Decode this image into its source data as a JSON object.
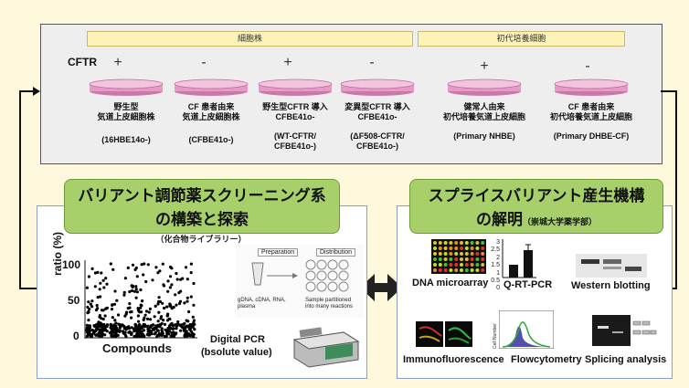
{
  "top": {
    "band_cell_lines": "細胞株",
    "band_primary": "初代培養細胞",
    "cftr_label": "CFTR",
    "symbols": [
      "+",
      "-",
      "+",
      "-",
      "+",
      "-"
    ],
    "cells": [
      {
        "name": "野生型\n気道上皮細胞株",
        "code": "(16HBE14o-)"
      },
      {
        "name": "CF 患者由来\n気道上皮細胞株",
        "code": "(CFBE41o-)"
      },
      {
        "name": "野生型CFTR 導入\nCFBE41o-",
        "code": "(WT-CFTR/\nCFBE41o-)"
      },
      {
        "name": "変異型CFTR 導入\nCFBE41o-",
        "code": "(ΔF508-CFTR/\nCFBE41o-)"
      },
      {
        "name": "健常人由来\n初代培養気道上皮細胞",
        "code": "(Primary NHBE)"
      },
      {
        "name": "CF 患者由来\n初代培養気道上皮細胞",
        "code": "(Primary DHBE-CF)"
      }
    ]
  },
  "left_panel": {
    "title_line1": "バリアント調節薬スクリーニング系",
    "title_line2": "の構築と探索",
    "subtitle": "（化合物ライブラリー）",
    "scatter": {
      "y_axis_label": "ratio (%)",
      "x_axis_label": "Compounds",
      "y_ticks": [
        "100",
        "50",
        "0"
      ]
    },
    "pcr_diagram": {
      "preparation": "Preparation",
      "distribution": "Distribution",
      "prep_caption": "gDNA, cDNA, RNA,\nplasma",
      "dist_caption": "Sample partitioned\ninto many reactions"
    },
    "digital_pcr_line1": "Digital PCR",
    "digital_pcr_line2": "(bsolute value)"
  },
  "right_panel": {
    "title_line1": "スプライスバリアント産生機構",
    "title_line2": "の解明",
    "affiliation": "（崇城大学薬学部）",
    "methods": {
      "microarray": "DNA microarray",
      "qrtpcr": "Q-RT-PCR",
      "western": "Western blotting",
      "immuno": "Immunofluorescence",
      "flow": "Flowcytometry",
      "splicing": "Splicing analysis"
    },
    "bar_ticks": [
      "3",
      "2.5",
      "2",
      "1.5",
      "1",
      "0.5",
      "0"
    ],
    "flow_ylabel": "Cell Number"
  },
  "colors": {
    "title_green": "#a7d06a",
    "band_yellow": "#fdf3b8",
    "dish_pink": "#e79ac6",
    "background": "#fef9dd",
    "panel_border": "#8aa0c8"
  }
}
